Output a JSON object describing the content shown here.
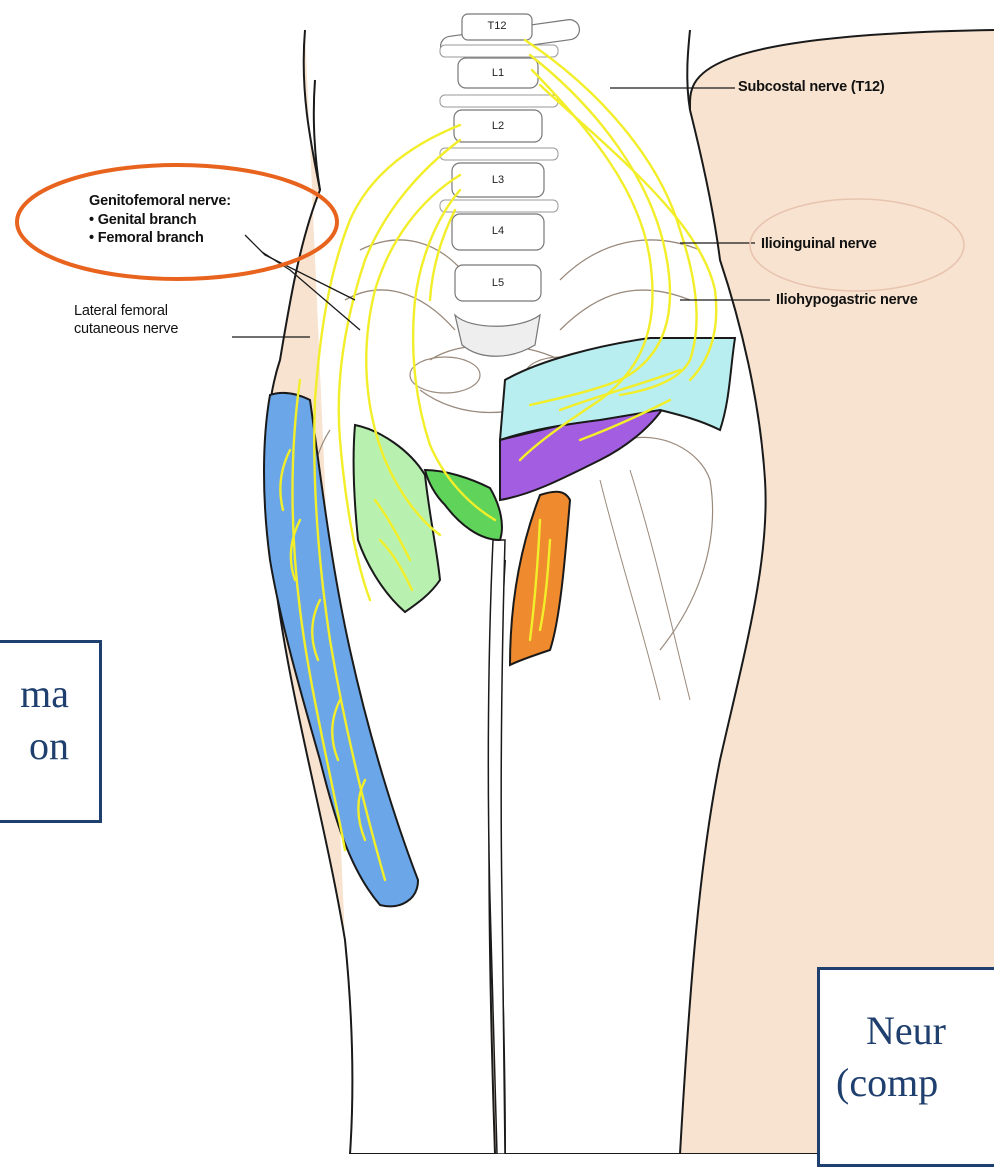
{
  "labels": {
    "subcostal": "Subcostal nerve (T12)",
    "genitofemoral_title": "Genitofemoral nerve:",
    "genital_branch": "• Genital branch",
    "femoral_branch": "• Femoral branch",
    "lateral_femoral_1": "Lateral femoral",
    "lateral_femoral_2": "cutaneous nerve",
    "ilioinguinal": "Ilioinguinal nerve",
    "iliohypogastric": "Iliohypogastric nerve"
  },
  "vertebrae": [
    "T12",
    "L1",
    "L2",
    "L3",
    "L4",
    "L5"
  ],
  "overlay_boxes": {
    "left_line1": "ma",
    "left_line2": "on",
    "right_line1": "Neur",
    "right_line2": "(comp"
  },
  "colors": {
    "skin": "#f7e3cf",
    "nerve": "#f2ee2a",
    "lateral_femoral_region": "#6aa6e8",
    "femoral_branch_region": "#b8f0b0",
    "genital_branch_region": "#5fd35a",
    "ilioinguinal_region": "#a35de0",
    "iliohypogastric_region": "#b8eef0",
    "obturator_region": "#ef8a2f",
    "highlight_ellipse": "#e8641e",
    "box_border": "#1f3f6e"
  }
}
